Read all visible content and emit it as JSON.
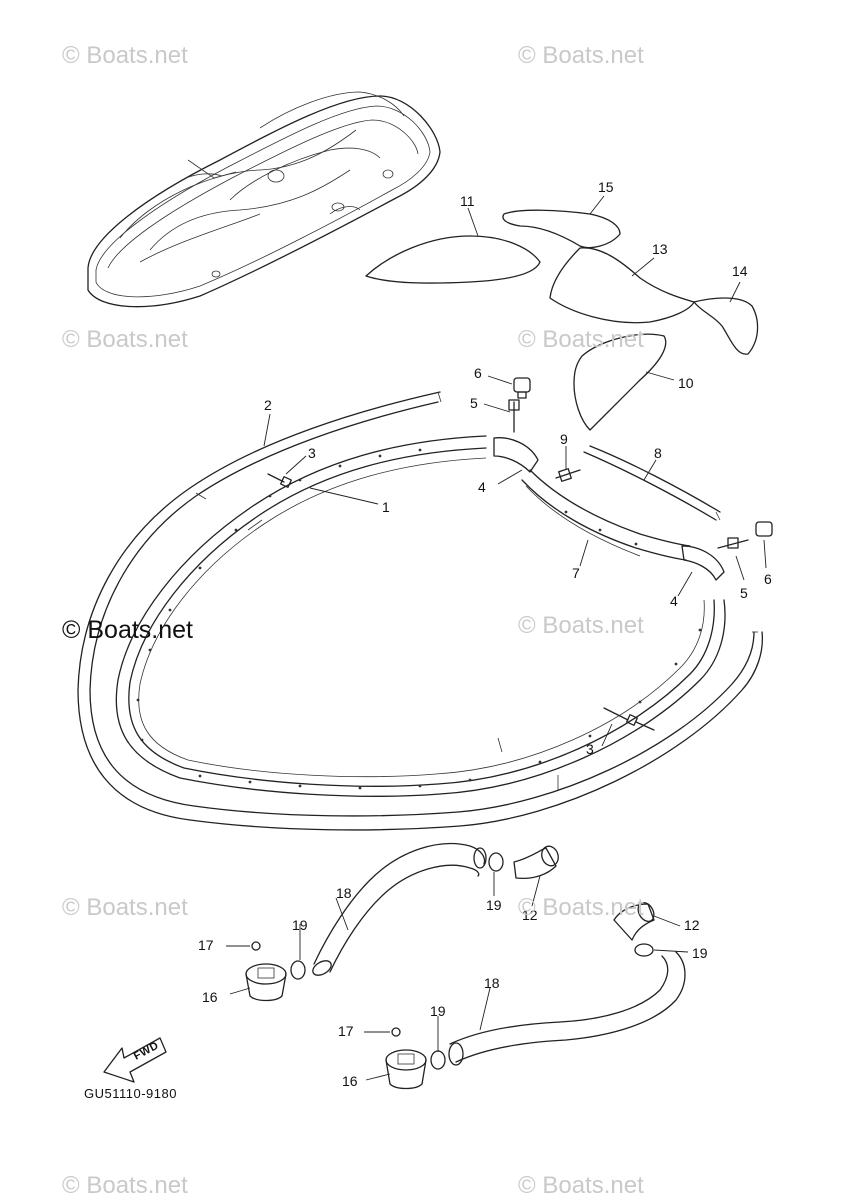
{
  "watermarks": {
    "text": "© Boats.net",
    "main_text": "© Boats.net"
  },
  "callouts": {
    "n1": "1",
    "n2": "2",
    "n3a": "3",
    "n3b": "3",
    "n4a": "4",
    "n4b": "4",
    "n5a": "5",
    "n5b": "5",
    "n6a": "6",
    "n6b": "6",
    "n7": "7",
    "n8": "8",
    "n9": "9",
    "n10": "10",
    "n11": "11",
    "n12a": "12",
    "n12b": "12",
    "n13": "13",
    "n14": "14",
    "n15": "15",
    "n16a": "16",
    "n16b": "16",
    "n17a": "17",
    "n17b": "17",
    "n18a": "18",
    "n18b": "18",
    "n19a": "19",
    "n19b": "19",
    "n19c": "19"
  },
  "fwd_label": "FWD",
  "diagram_code": "GU51110-9180",
  "colors": {
    "line": "#222222",
    "watermark": "#c9c9c9"
  }
}
